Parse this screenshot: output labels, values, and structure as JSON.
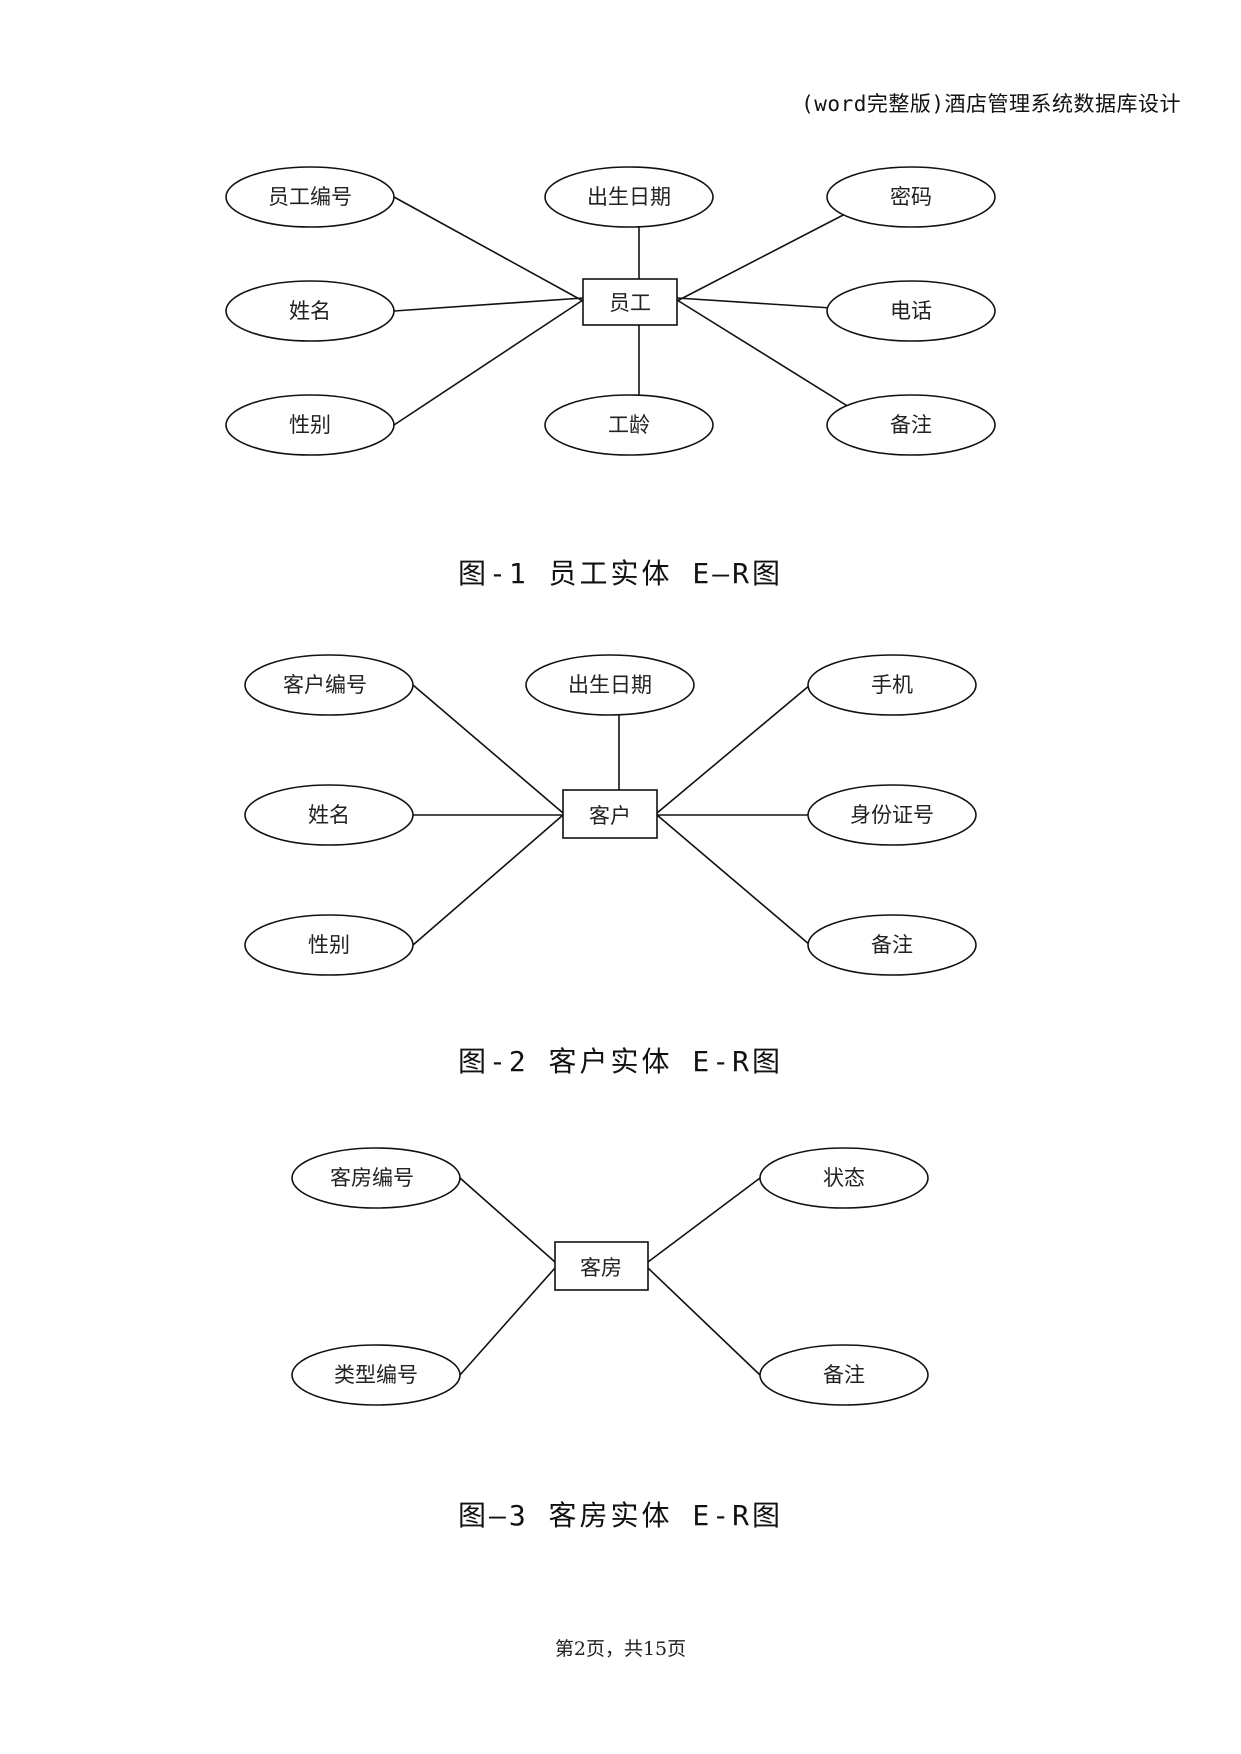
{
  "header": {
    "title": "(word完整版)酒店管理系统数据库设计"
  },
  "figures": [
    {
      "entity": "员工",
      "attributes": [
        "员工编号",
        "出生日期",
        "密码",
        "姓名",
        "电话",
        "性别",
        "工龄",
        "备注"
      ],
      "caption": "图-1 员工实体 E—R图"
    },
    {
      "entity": "客户",
      "attributes": [
        "客户编号",
        "出生日期",
        "手机",
        "姓名",
        "身份证号",
        "性别",
        "备注"
      ],
      "caption": "图-2 客户实体 E-R图"
    },
    {
      "entity": "客房",
      "attributes": [
        "客房编号",
        "状态",
        "类型编号",
        "备注"
      ],
      "caption": "图—3 客房实体 E-R图"
    }
  ],
  "footer": {
    "page_info": "第2页，共15页"
  }
}
